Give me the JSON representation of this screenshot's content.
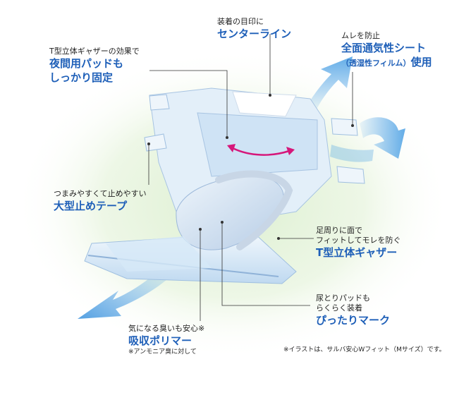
{
  "callouts": {
    "center_line": {
      "sub": "装着の目印に",
      "main": "センターライン"
    },
    "breathable": {
      "sub": "ムレを防止",
      "main": "全面通気性シート",
      "paren": "（透湿性フィルム）",
      "main2": "使用"
    },
    "night_pad": {
      "sub": "T型立体ギャザーの効果で",
      "main1": "夜間用パッドも",
      "main2": "しっかり固定"
    },
    "tape": {
      "sub": "つまみやすくて止めやすい",
      "main": "大型止めテープ"
    },
    "gather": {
      "sub1": "足周りに面で",
      "sub2": "フィットしてモレを防ぐ",
      "main": "T型立体ギャザー"
    },
    "mark": {
      "sub1": "尿とりパッドも",
      "sub2": "らくらく装着",
      "main": "ぴったりマーク"
    },
    "polymer": {
      "sub": "気になる臭いも安心※",
      "main": "吸収ポリマー",
      "tiny": "※アンモニア臭に対して"
    }
  },
  "footnote": "※イラストは、サルバ安心Wフィット（Mサイズ）です。",
  "colors": {
    "accent_text": "#1e5fb8",
    "body_text": "#222222",
    "arrow_blue": "#5aa8e6",
    "line_pink": "#d6177a",
    "diaper_blue": "#cfe3f5",
    "glow_green": "#dcefd0"
  }
}
